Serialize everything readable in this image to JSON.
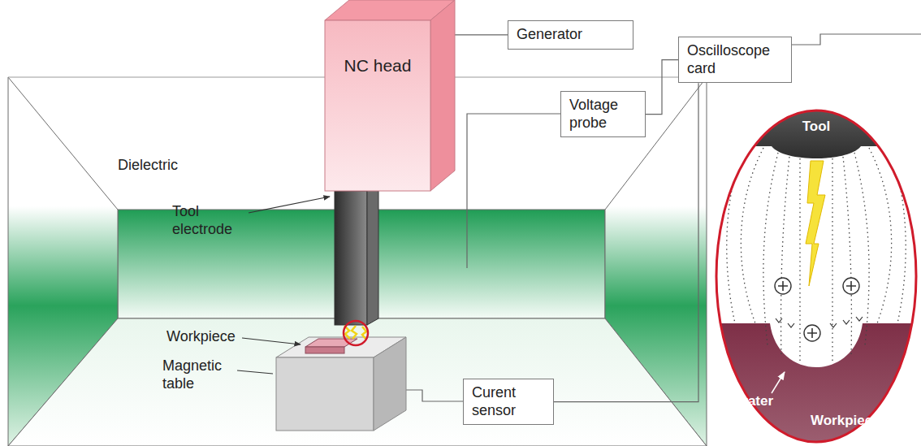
{
  "diagram": {
    "nodes": [
      {
        "text": [
          "Generator"
        ]
      },
      {
        "text": [
          "NC head"
        ]
      },
      {
        "text": [
          "Oscilloscope card"
        ]
      },
      {
        "text": [
          "Voltage probe"
        ]
      },
      {
        "text": [
          "Curent sensor"
        ]
      }
    ],
    "edges": [
      {
        "from": 1,
        "to": 0,
        "arrow": "none"
      },
      {
        "from": 3,
        "to": 2,
        "arrow": "none"
      },
      {
        "from": 4,
        "to": 2,
        "arrow": "none"
      }
    ],
    "labels": [
      "Dielectric",
      "Tool electrode",
      "Workpiece",
      "Magnetic table",
      "Tool",
      "Crater",
      "Workpiece"
    ]
  }
}
